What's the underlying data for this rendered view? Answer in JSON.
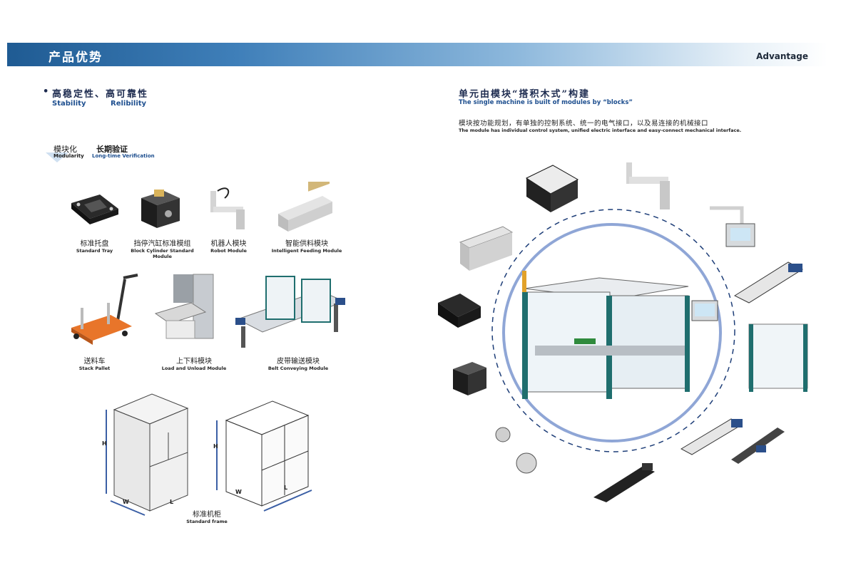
{
  "header": {
    "title": "产品优势",
    "right_label": "Advantage"
  },
  "left": {
    "bullet": "•",
    "heading_cn": "高稳定性、高可靠性",
    "heading_en_1": "Stability",
    "heading_en_2": "Relibility",
    "tag1_cn": "模块化",
    "tag1_en": "Modularity",
    "tag2_cn": "长期验证",
    "tag2_en": "Long-time Verification",
    "modules": [
      {
        "cn": "标准托盘",
        "en": "Standard Tray"
      },
      {
        "cn": "挡停汽缸标准模组",
        "en": "Block Cylinder Standard Module"
      },
      {
        "cn": "机器人模块",
        "en": "Robot Module"
      },
      {
        "cn": "智能供料模块",
        "en": "Intelligent Feeding Module"
      },
      {
        "cn": "送料车",
        "en": "Stack Pallet"
      },
      {
        "cn": "上下料模块",
        "en": "Load and Unload Module"
      },
      {
        "cn": "皮带输送模块",
        "en": "Belt Conveying Module"
      }
    ],
    "frame": {
      "cn": "标准机柜",
      "en": "Standard frame",
      "dim_h": "H",
      "dim_w": "W",
      "dim_l": "L"
    }
  },
  "right": {
    "heading_cn": "单元由模块“搭积木式”构建",
    "heading_en": "The single machine is built of modules by “blocks”",
    "desc_cn": "模块按功能规划，有单独的控制系统、统一的电气接口，以及易连接的机械接口",
    "desc_en": "The module has individual control system, unified electric interface and easy-connect mechanical interface."
  },
  "colors": {
    "banner_dark": "#1f5b93",
    "ring": "#8fa6d6",
    "dashed": "#1e3e78",
    "frame_green": "#1f6e6e",
    "pallet_orange": "#e8752a"
  }
}
